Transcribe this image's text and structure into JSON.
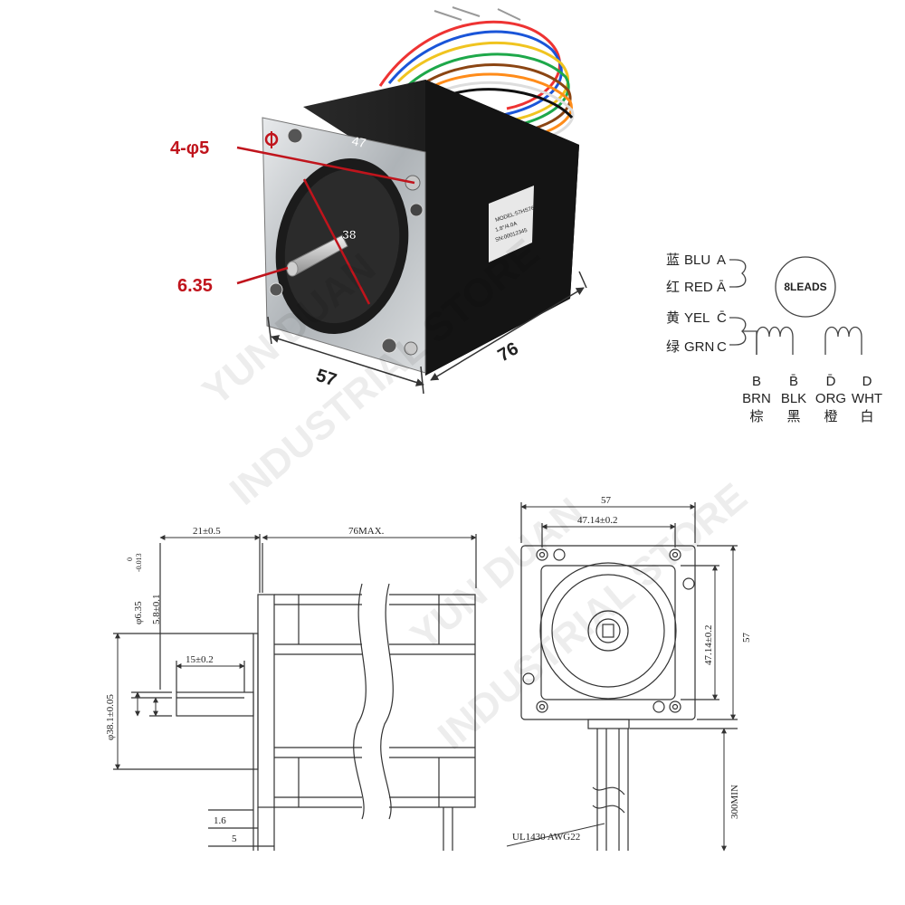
{
  "photo": {
    "hole_label": "4-φ5",
    "shaft_label": "6.35",
    "pilot_label": "38",
    "bolt_spacing_label": "47",
    "width_label": "57",
    "length_label": "76",
    "motor_sticker": [
      "MODEL:57HS76",
      "1.8°/4.0A",
      "SN:00012345"
    ]
  },
  "wiring": {
    "leads": [
      {
        "cn": "蓝",
        "color": "BLU",
        "phase": "A"
      },
      {
        "cn": "红",
        "color": "RED",
        "phase": "Ā"
      },
      {
        "cn": "黄",
        "color": "YEL",
        "phase": "C̄"
      },
      {
        "cn": "绿",
        "color": "GRN",
        "phase": "C"
      }
    ],
    "badge": "8LEADS",
    "bottom_leads": [
      {
        "phase": "B",
        "color": "BRN",
        "cn": "棕"
      },
      {
        "phase": "B̄",
        "color": "BLK",
        "cn": "黑"
      },
      {
        "phase": "D̄",
        "color": "ORG",
        "cn": "橙"
      },
      {
        "phase": "D",
        "color": "WHT",
        "cn": "白"
      }
    ]
  },
  "drawing": {
    "front_len": "21±0.5",
    "body_len": "76MAX.",
    "shaft_dia": "φ6.35",
    "shaft_tol_upper": "0",
    "shaft_tol_lower": "-0.013",
    "flat_depth": "5.8±0.1",
    "flat_len": "15±0.2",
    "pilot_dia": "φ38.1±0.05",
    "flange_thk": "1.6",
    "pilot_h": "5",
    "end_width": "57",
    "end_bolt_w": "47.14±0.2",
    "end_bolt_h": "47.14±0.2",
    "end_height": "57",
    "wire_spec": "UL1430  AWG22",
    "wire_len": "300MIN"
  },
  "watermark": [
    "YUN DUAN",
    "INDUSTRIAL STORE"
  ],
  "colors": {
    "label_red": "#c0141c",
    "motor_body": "#1b1b1b",
    "flange": "#bfc3c6",
    "line": "#333333"
  }
}
